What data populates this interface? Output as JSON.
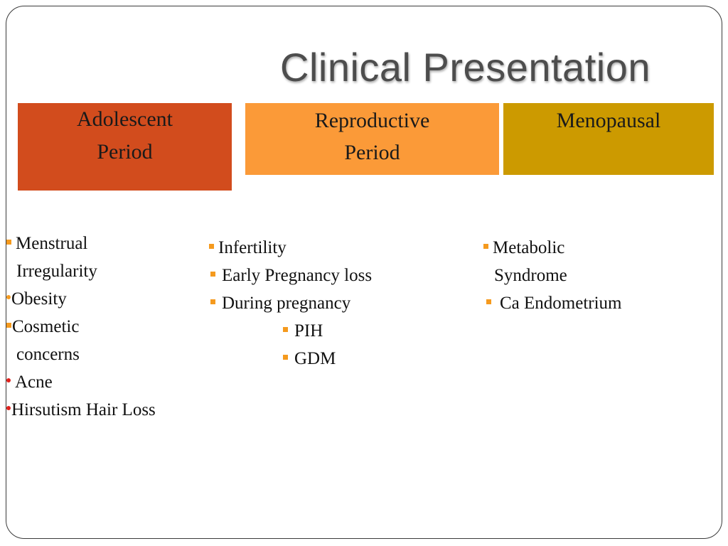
{
  "slide": {
    "title": "Clinical Presentation",
    "columns": [
      {
        "header": [
          "Adolescent",
          "Period"
        ],
        "color": "#d24c1d",
        "items": [
          {
            "text": "Menstrual",
            "bullet": "square-orange"
          },
          {
            "text": "Irregularity",
            "bullet": "none"
          },
          {
            "text": "Obesity",
            "bullet": "dot-orange"
          },
          {
            "text": "Cosmetic",
            "bullet": "square-orange"
          },
          {
            "text": "concerns",
            "bullet": "none"
          },
          {
            "text": "Acne",
            "bullet": "dot-red"
          },
          {
            "text": "Hirsutism Hair Loss",
            "bullet": "dot-red"
          }
        ]
      },
      {
        "header": [
          "Reproductive",
          "Period"
        ],
        "color": "#fb9a38",
        "items": [
          {
            "text": "Infertility",
            "bullet": "square-orange"
          },
          {
            "text": "Early Pregnancy loss",
            "bullet": "square-orange"
          },
          {
            "text": "During pregnancy",
            "bullet": "square-orange"
          },
          {
            "text": "PIH",
            "bullet": "square-orange",
            "level": 2
          },
          {
            "text": "GDM",
            "bullet": "square-orange",
            "level": 2
          }
        ]
      },
      {
        "header": [
          "Menopausal"
        ],
        "color": "#cc9a00",
        "items": [
          {
            "text": "Metabolic",
            "bullet": "square-orange"
          },
          {
            "text": "Syndrome",
            "bullet": "none"
          },
          {
            "text": "Ca Endometrium",
            "bullet": "square-orange"
          }
        ]
      }
    ]
  }
}
